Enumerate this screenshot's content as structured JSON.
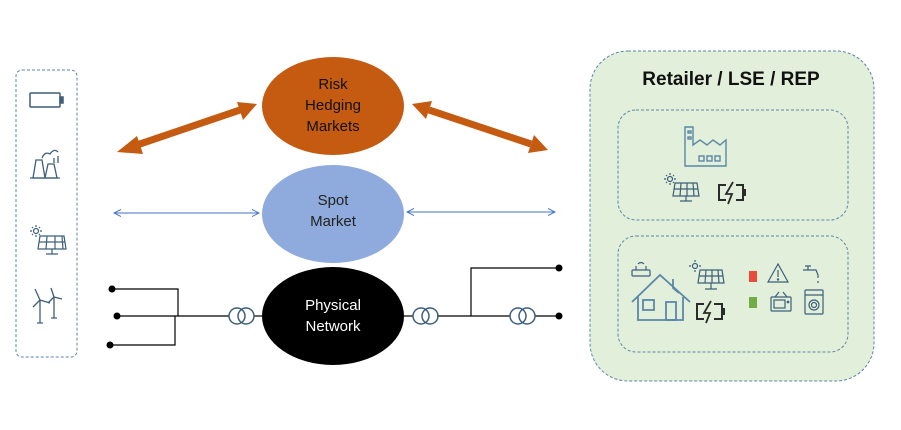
{
  "colors": {
    "risk_fill": "#c55a11",
    "arrow_orange": "#c55a11",
    "spot_fill": "#8faadc",
    "spot_arrow": "#4472c4",
    "physical_fill": "#000000",
    "retailer_bg": "#e2efda",
    "retailer_border": "#5b87a8",
    "status_red": "#e74c3c",
    "status_green": "#70ad47",
    "icon_stroke": "#3d5f7a"
  },
  "nodes": {
    "risk": {
      "lines": [
        "Risk",
        "Hedging",
        "Markets"
      ]
    },
    "spot": {
      "lines": [
        "Spot",
        "Market"
      ]
    },
    "physical": {
      "lines": [
        "Physical",
        "Network"
      ]
    }
  },
  "retailer": {
    "title": "Retailer / LSE / REP",
    "industrial_icons": [
      "factory-icon",
      "solar-panel-icon",
      "battery-charging-icon"
    ],
    "residential_icons": [
      "router-icon",
      "house-icon",
      "solar-panel-icon",
      "battery-charging-icon",
      "red-status-square",
      "green-status-square",
      "warning-icon",
      "water-tap-icon",
      "tv-icon",
      "washing-machine-icon"
    ]
  },
  "generation_icons": [
    "battery-icon",
    "power-plant-icon",
    "solar-panel-icon",
    "wind-turbine-icon"
  ]
}
